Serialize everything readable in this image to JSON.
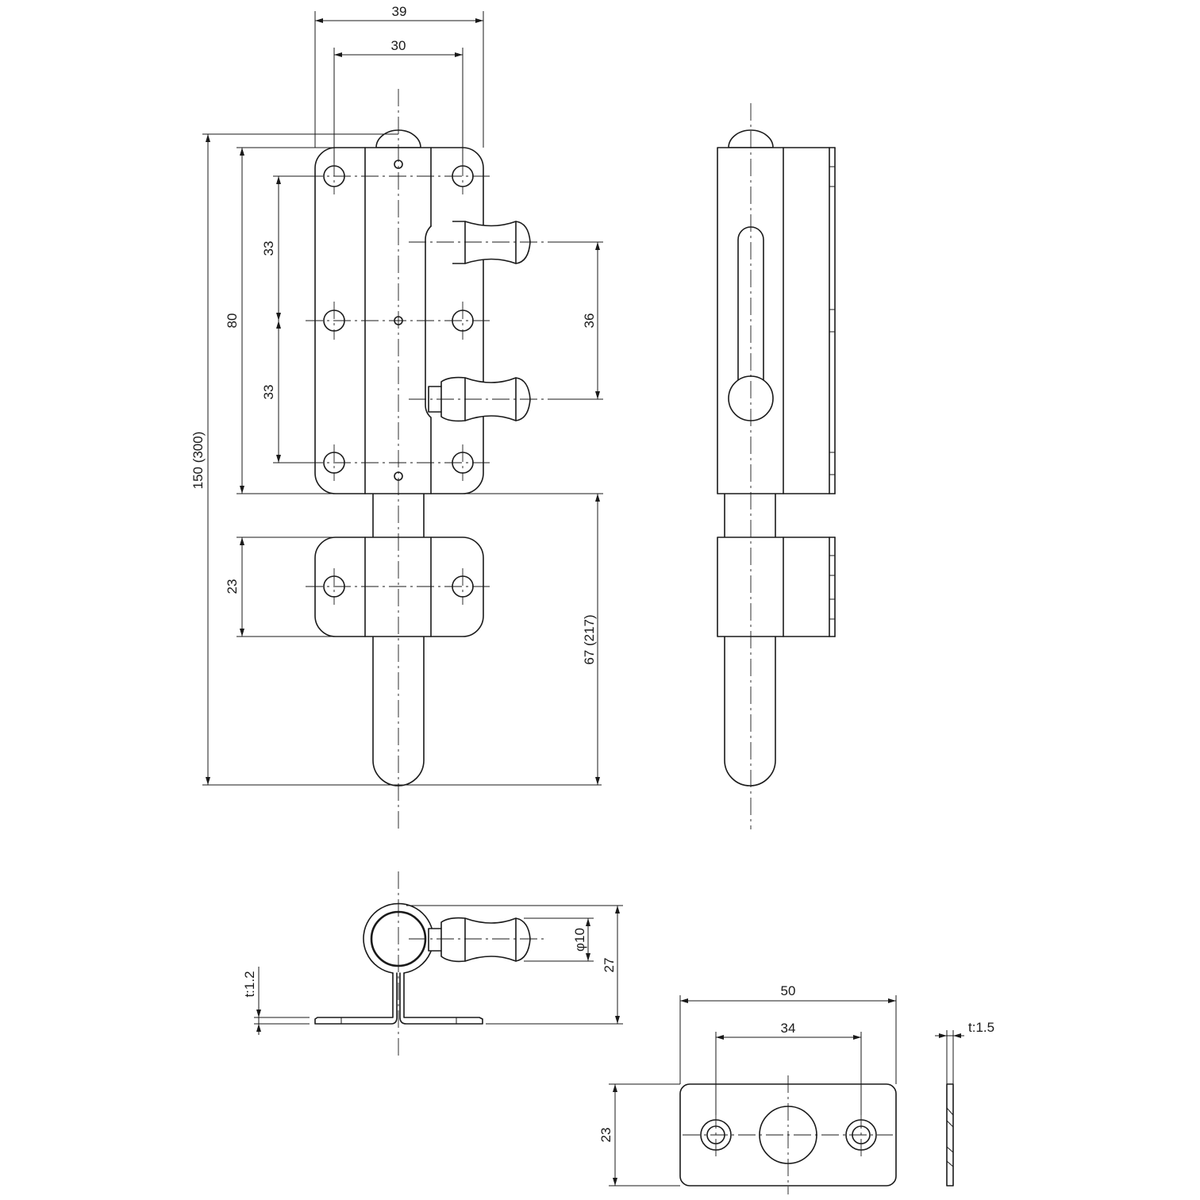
{
  "dimensions": {
    "width_39": "39",
    "width_30": "30",
    "overall_length": "150 (300)",
    "plate_length": "80",
    "hole_pitch_upper": "33",
    "hole_pitch_lower": "33",
    "knob_travel": "36",
    "guide_height": "23",
    "bolt_projection": "67 (217)",
    "knob_diameter": "φ10",
    "side_depth": "27",
    "plate_thickness": "t:1.2",
    "keeper_length": "50",
    "keeper_hole_pitch": "34",
    "keeper_width": "23",
    "keeper_thickness": "t:1.5"
  },
  "colors": {
    "line": "#1a1a1a",
    "background": "#ffffff"
  }
}
